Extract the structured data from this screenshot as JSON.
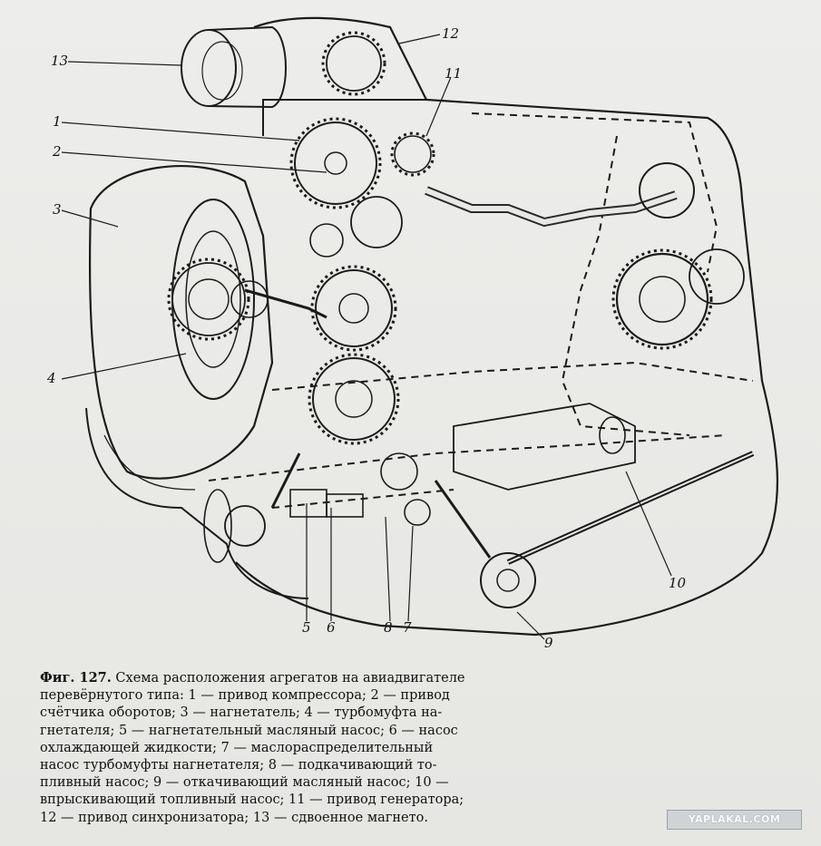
{
  "figure": {
    "labels": [
      "1",
      "2",
      "3",
      "4",
      "5",
      "6",
      "7",
      "8",
      "9",
      "10",
      "11",
      "12",
      "13"
    ]
  },
  "caption": {
    "fig_number": "Фиг. 127.",
    "line1": "Схема расположения агрегатов на авиадвигателе",
    "line2": "перевёрнутого типа: 1 — привод компрессора; 2 — привод",
    "line3": "счётчика оборотов; 3 — нагнетатель; 4 — турбомуфта на-",
    "line4": "гнетателя; 5 — нагнетательный масляный насос; 6 — насос",
    "line5": "охлаждающей жидкости; 7 — маслораспределительный",
    "line6": "насос турбомуфты нагнетателя; 8 — подкачивающий то-",
    "line7": "пливный насос; 9 — откачивающий масляный насос; 10 —",
    "line8": "впрыскивающий топливный насос; 11 — привод генератора;",
    "line9": "12 — привод синхронизатора; 13 — сдвоенное магнето."
  },
  "watermark": {
    "text": "YAPLAKAL.COM"
  }
}
